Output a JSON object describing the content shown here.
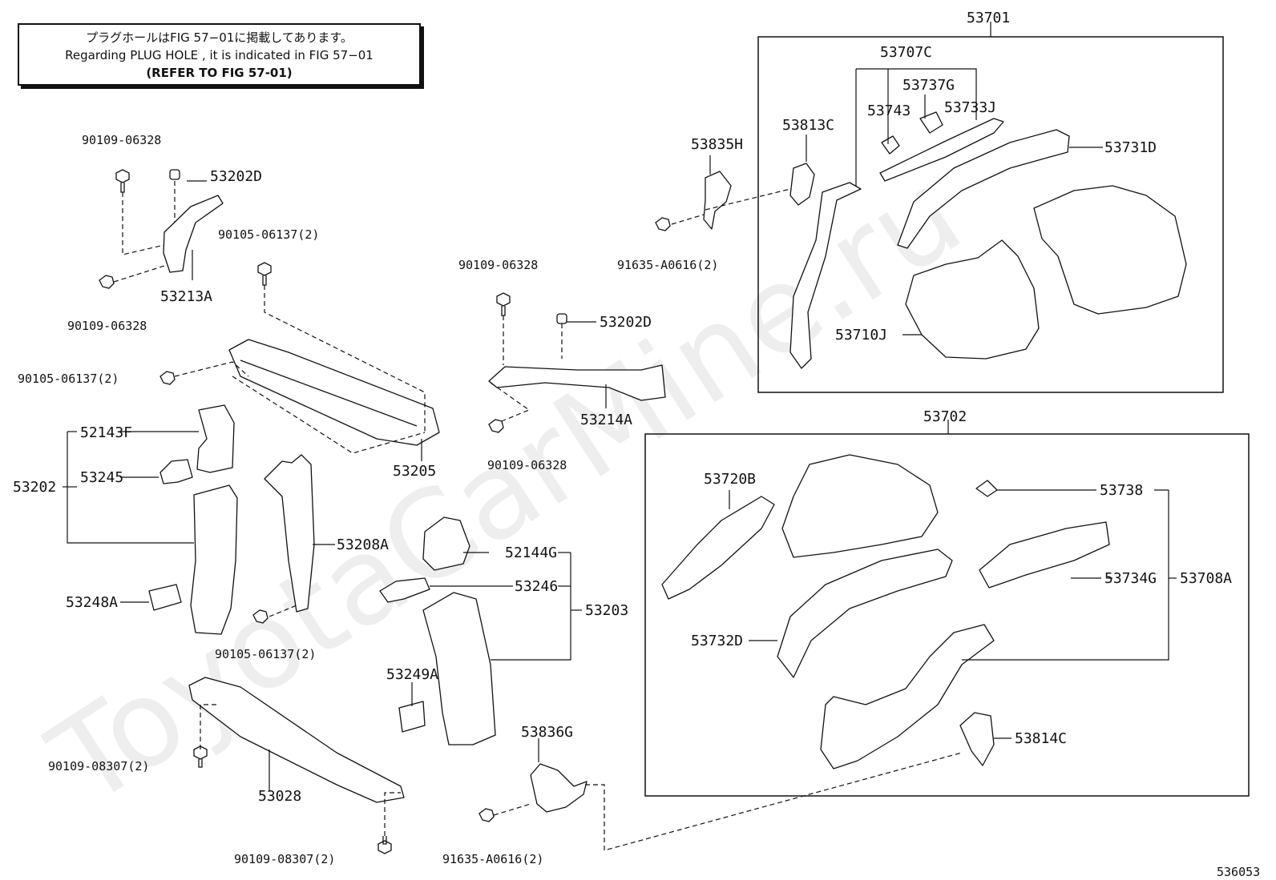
{
  "note": {
    "line_jp": "プラグホールはFIG 57−01に掲載してあります。",
    "line_en": "Regarding  PLUG  HOLE , it is indicated in FIG  57−01",
    "line_ref": "(REFER TO FIG 57-01)"
  },
  "watermark": "ToyotaCarMine.ru",
  "figure_code": "536053",
  "labels": {
    "g53701": "53701",
    "g53702": "53702",
    "p53707C": "53707C",
    "p53737G": "53737G",
    "p53743": "53743",
    "p53733J": "53733J",
    "p53731D": "53731D",
    "p53813C": "53813C",
    "p53835H": "53835H",
    "f91635_top": "91635-A0616(2)",
    "p53710J": "53710J",
    "f90109_a": "90109-06328",
    "p53202D_a": "53202D",
    "f90105_a": "90105-06137(2)",
    "p53213A": "53213A",
    "f90109_b": "90109-06328",
    "f90105_b": "90105-06137(2)",
    "f90109_c": "90109-06328",
    "p53202D_b": "53202D",
    "p53214A": "53214A",
    "f90109_d": "90109-06328",
    "p53205": "53205",
    "p52143F": "52143F",
    "p53245": "53245",
    "p53202": "53202",
    "p53208A": "53208A",
    "p53248A": "53248A",
    "f90105_c": "90105-06137(2)",
    "p52144G": "52144G",
    "p53246": "53246",
    "p53203": "53203",
    "p53249A": "53249A",
    "p53720B": "53720B",
    "p53738": "53738",
    "p53734G": "53734G",
    "p53708A": "53708A",
    "p53732D": "53732D",
    "p53814C": "53814C",
    "p53836G": "53836G",
    "f90109_e": "90109-08307(2)",
    "p53028": "53028",
    "f90109_f": "90109-08307(2)",
    "f91635_bot": "91635-A0616(2)"
  }
}
